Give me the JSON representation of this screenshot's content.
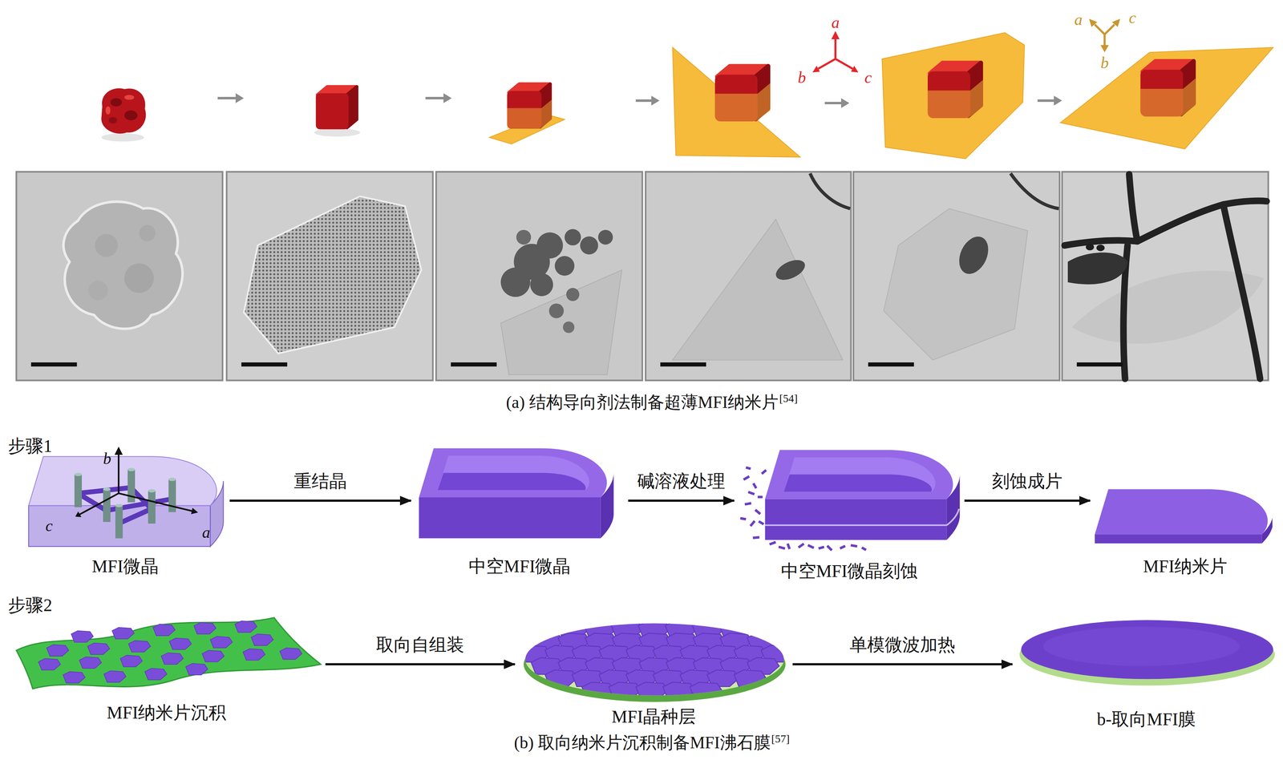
{
  "diagram": {
    "nodes": [
      {
        "text": [
          "MFI微晶"
        ]
      },
      {
        "text": [
          "中空MFI微晶"
        ]
      },
      {
        "text": [
          "中空MFI微晶刻蚀"
        ]
      },
      {
        "text": [
          "MFI纳米片"
        ]
      },
      {
        "text": [
          "MFI纳米片沉积"
        ]
      },
      {
        "text": [
          "MFI晶种层"
        ]
      },
      {
        "text": [
          "b-取向MFI膜"
        ]
      }
    ],
    "edges": [
      {
        "from": 0,
        "to": 1,
        "arrow": "to",
        "label": "重结晶"
      },
      {
        "from": 1,
        "to": 2,
        "arrow": "to",
        "label": "碱溶液处理"
      },
      {
        "from": 2,
        "to": 3,
        "arrow": "to",
        "label": "刻蚀成片"
      },
      {
        "from": 4,
        "to": 5,
        "arrow": "to",
        "label": "取向自组装"
      },
      {
        "from": 5,
        "to": 6,
        "arrow": "to",
        "label": "单模微波加热"
      }
    ],
    "labels": [
      "a",
      "b",
      "c",
      "a",
      "c",
      "b",
      "(a) 结构导向剂法制备超薄MFI纳米片",
      "[54]",
      "步骤1",
      "b",
      "c",
      "a",
      "步骤2",
      "(b) 取向纳米片沉积制备MFI沸石膜",
      "[57]"
    ]
  }
}
